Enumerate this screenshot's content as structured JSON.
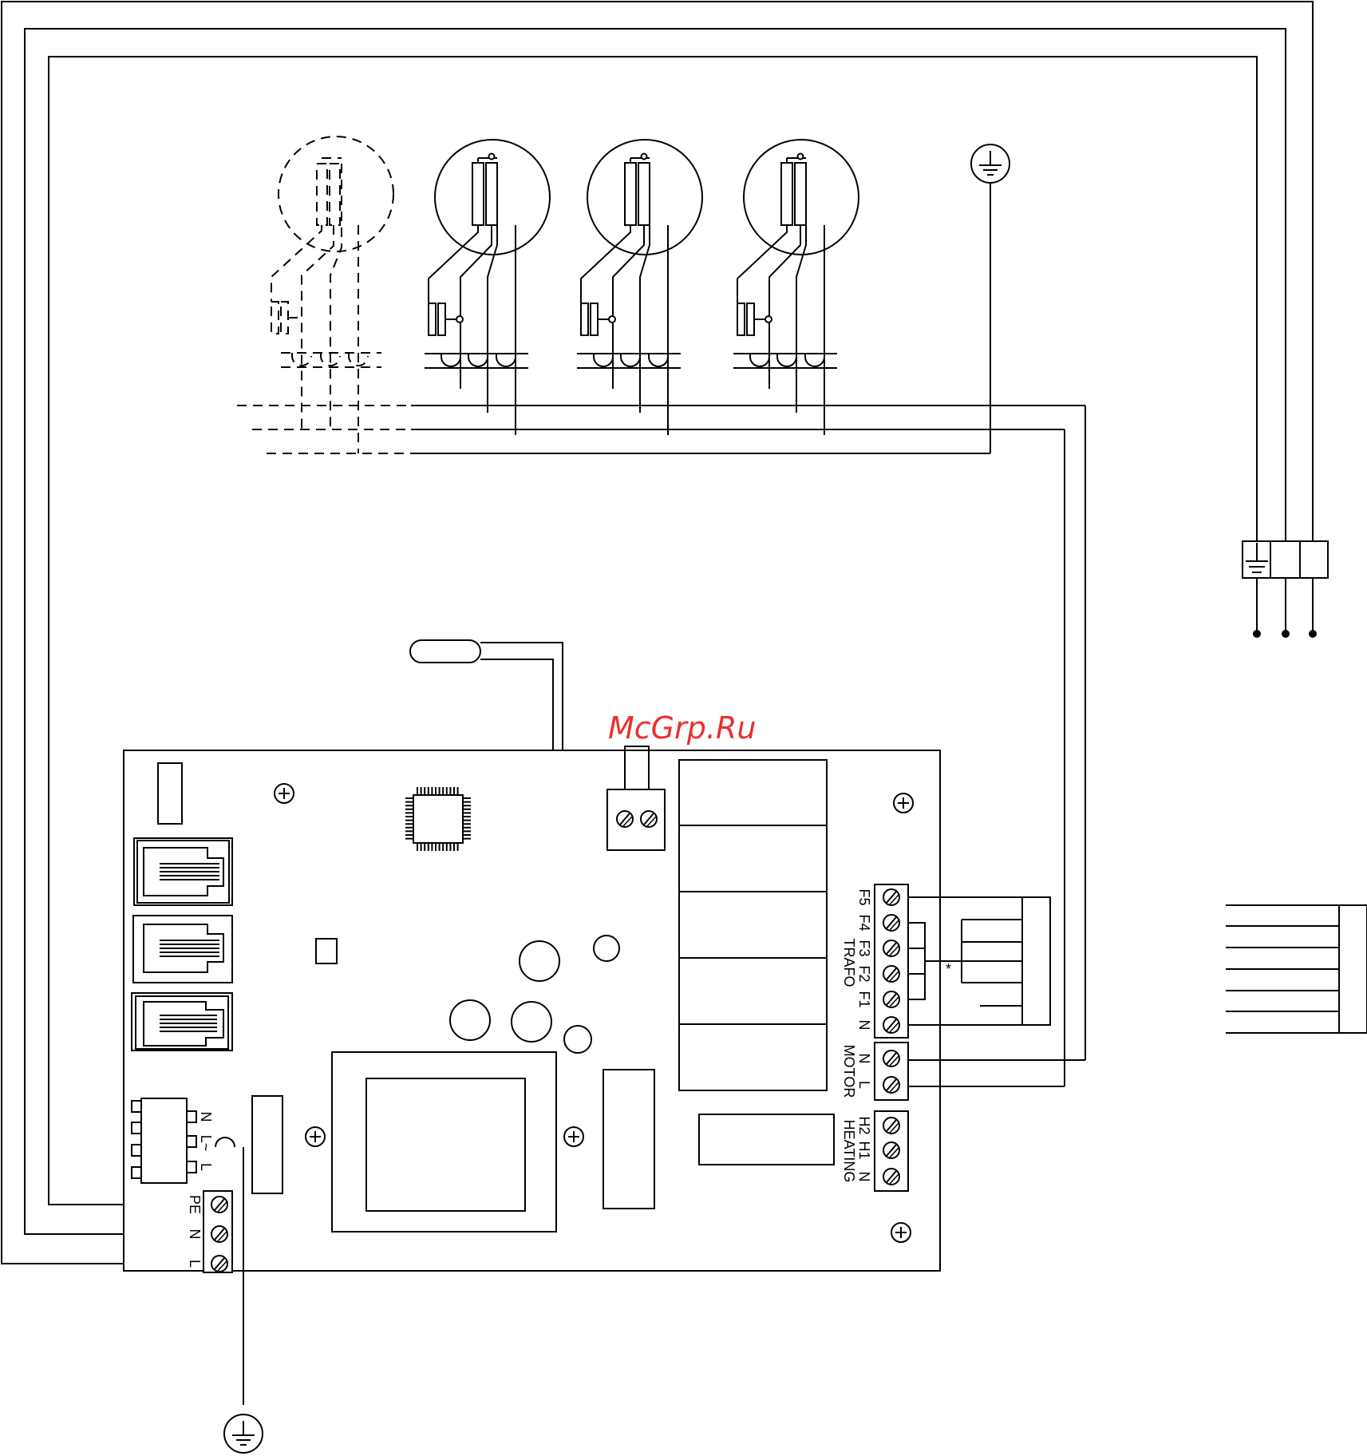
{
  "watermark": "McGrp.Ru",
  "board": {
    "fan_terminals": {
      "group_label": "TRAFO",
      "labels": [
        "F5",
        "F4",
        "F3",
        "F2",
        "F1",
        "N"
      ]
    },
    "motor_terminals": {
      "group_label": "MOTOR",
      "labels": [
        "N",
        "L"
      ]
    },
    "heating_terminals": {
      "group_label": "HEATING",
      "labels": [
        "H2",
        "H1",
        "N"
      ]
    },
    "power_terminals": {
      "labels": [
        "PE",
        "N",
        "L"
      ]
    },
    "relay_pins": {
      "labels": [
        "N",
        "L~",
        "L"
      ]
    },
    "marker": "*"
  },
  "colors": {
    "line": "#000000",
    "watermark": "#e8312f",
    "background": "#ffffff"
  },
  "icons": [
    "ground-icon",
    "screw-terminal-icon",
    "mounting-hole-icon",
    "lamp-icon",
    "temperature-sensor-icon"
  ]
}
